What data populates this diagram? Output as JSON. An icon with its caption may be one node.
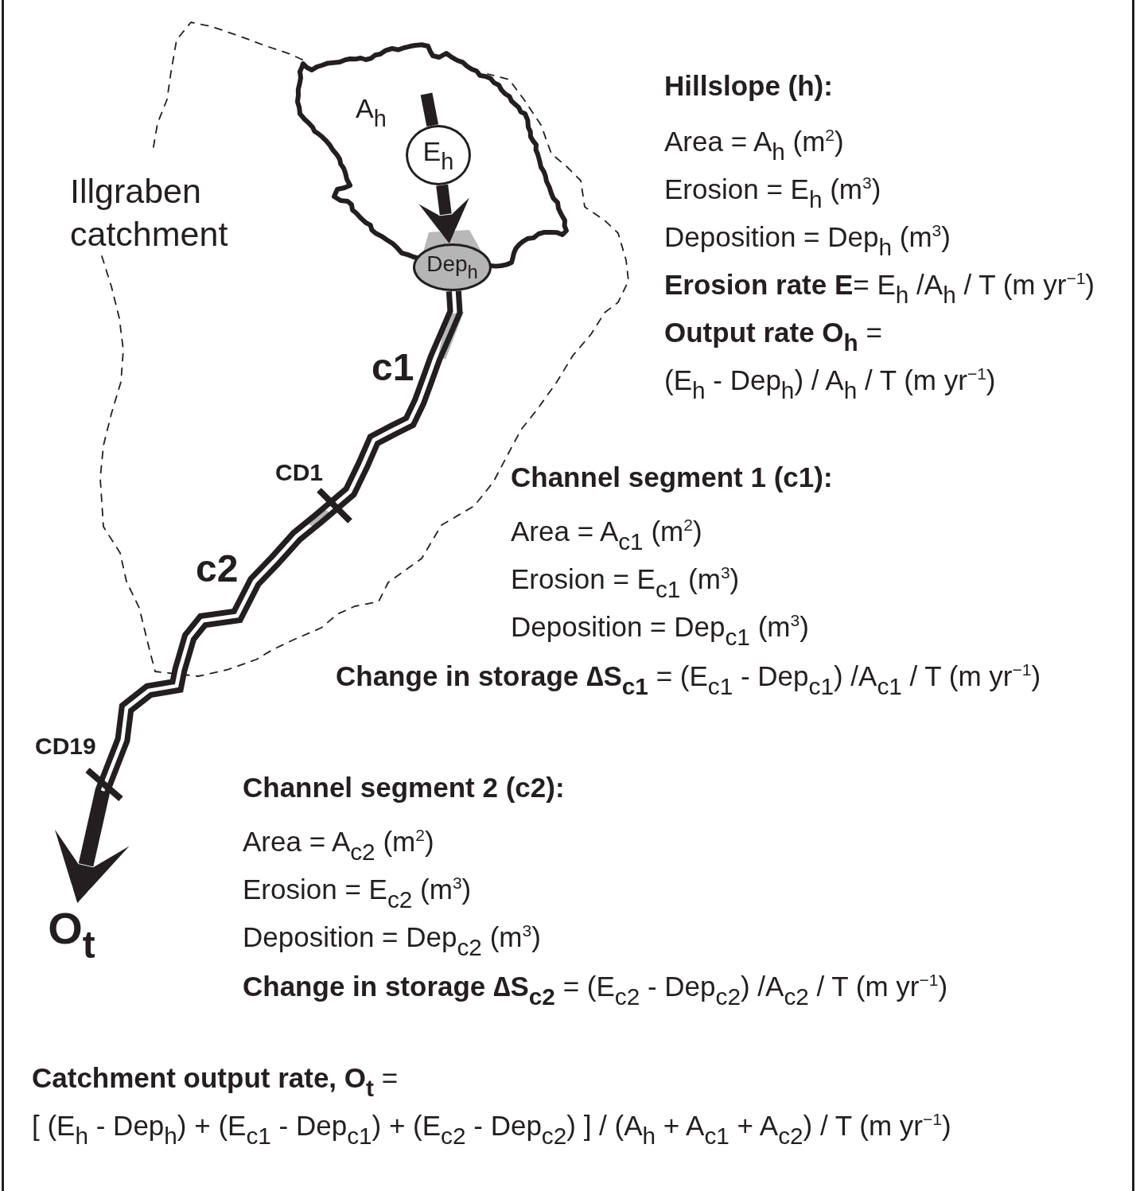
{
  "diagram": {
    "nodes": [
      {
        "text": [
          "Illgraben catchment"
        ]
      },
      {
        "text": [
          "A$_{h}$"
        ],
        "in": 0
      },
      {
        "text": [
          "E$_{h}$"
        ],
        "in": 1
      },
      {
        "text": [
          "Dep$_{h}$"
        ],
        "in": 0
      },
      {
        "text": [
          "O$_{t}$"
        ]
      }
    ],
    "edges": [
      {
        "from": null,
        "to": 2,
        "arrow": "none"
      },
      {
        "from": 2,
        "to": 3,
        "arrow": "to"
      },
      {
        "from": 3,
        "to": 4,
        "arrow": "to"
      }
    ],
    "labels": [
      "Hillslope (h):",
      "Area = A$_{h}$ (m$^{2}$)",
      "Erosion = E$_{h}$ (m$^{3}$)",
      "Deposition = Dep$_{h}$ (m$^{3}$)",
      "**Erosion rate E**= E$_{h}$ /A$_{h}$ / T (m yr$^{−1}$)",
      "**Output rate O$_{h}$** =",
      "(E$_{h}$ - Dep$_{h}$) / A$_{h}$ / T (m yr$^{−1}$)",
      "c1",
      "CD1",
      "Channel segment 1 (c1):",
      "Area = A$_{c1}$ (m$^{2}$)",
      "Erosion = E$_{c1}$ (m$^{3}$)",
      "Deposition = Dep$_{c1}$ (m$^{3}$)",
      "**Change in storage ∆S$_{c1}$** = (E$_{c1}$ - Dep$_{c1}$) /A$_{c1}$ / T (m yr$^{−1}$)",
      "c2",
      "CD19",
      "Channel segment 2 (c2):",
      "Area = A$_{c2}$ (m$^{2}$)",
      "Erosion = E$_{c2}$ (m$^{3}$)",
      "Deposition = Dep$_{c2}$ (m$^{3}$)",
      "**Change in storage ∆S$_{c2}$** = (E$_{c2}$ - Dep$_{c2}$) /A$_{c2}$ / T (m yr$^{−1}$)",
      "**Catchment output rate, O$_{t}$** =",
      "[ (E$_{h}$ - Dep$_{h}$) + (E$_{c1}$ - Dep$_{c1}$) + (E$_{c2}$ - Dep$_{c2}$) ] / (A$_{h}$ + A$_{c1}$ + A$_{c2}$) / T (m yr$^{−1}$)"
    ]
  }
}
